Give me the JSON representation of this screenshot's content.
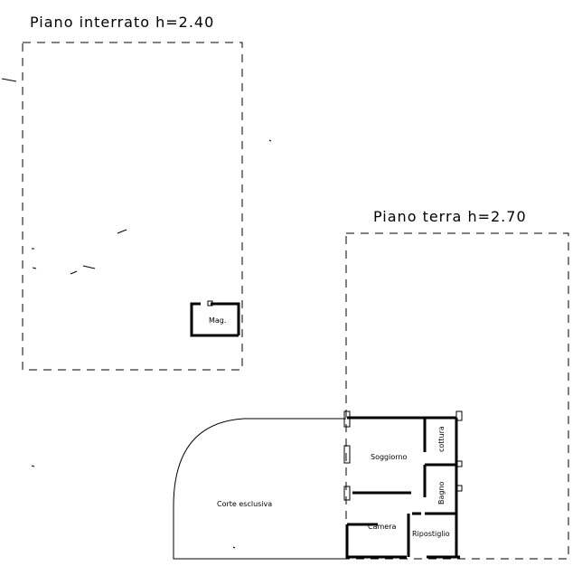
{
  "floors": {
    "basement": {
      "title": "Piano interrato h=2.40"
    },
    "ground": {
      "title": "Piano terra h=2.70"
    }
  },
  "rooms": {
    "magazzino": "Mag.",
    "cucina": "cottura",
    "soggiorno": "Soggiorno",
    "bagno": "Bagno",
    "camera": "Camera",
    "ripostiglio": "Ripostiglio",
    "corte": "Corte esclusiva"
  }
}
